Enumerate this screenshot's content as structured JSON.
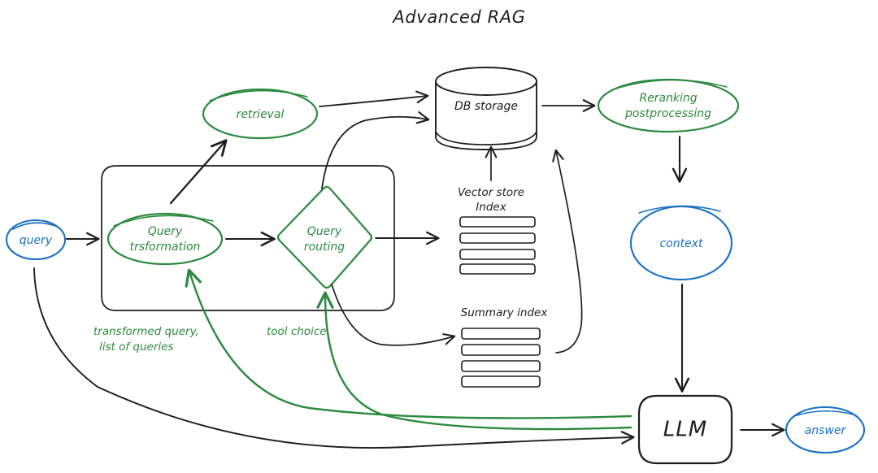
{
  "diagram": {
    "title": "Advanced RAG",
    "accent_colors": {
      "green": "#2b8a3e",
      "blue": "#1971c2",
      "black": "#1e1e1e",
      "background": "#ffffff"
    },
    "nodes": {
      "query": {
        "label": "query",
        "shape": "ellipse",
        "color": "#1971c2"
      },
      "retrieval": {
        "label": "retrieval",
        "shape": "ellipse",
        "color": "#2b8a3e"
      },
      "query_transformation": {
        "label_line1": "Query",
        "label_line2": "trsformation",
        "shape": "ellipse",
        "color": "#2b8a3e"
      },
      "query_routing": {
        "label_line1": "Query",
        "label_line2": "routing",
        "shape": "diamond",
        "color": "#2b8a3e"
      },
      "db_storage": {
        "label": "DB storage",
        "shape": "cylinder",
        "color": "#1e1e1e"
      },
      "vector_store_index": {
        "label_line1": "Vector store",
        "label_line2": "Index",
        "shape": "bars",
        "bar_count": 4,
        "color": "#1e1e1e"
      },
      "summary_index": {
        "label": "Summary index",
        "shape": "bars",
        "bar_count": 4,
        "color": "#1e1e1e"
      },
      "reranking": {
        "label_line1": "Reranking",
        "label_line2": "postprocessing",
        "shape": "ellipse",
        "color": "#2b8a3e"
      },
      "context": {
        "label": "context",
        "shape": "ellipse",
        "color": "#1971c2"
      },
      "llm": {
        "label": "LLM",
        "shape": "rounded-rect",
        "color": "#1e1e1e"
      },
      "answer": {
        "label": "answer",
        "shape": "ellipse",
        "color": "#1971c2"
      }
    },
    "edge_labels": {
      "transformed_query": "transformed query,",
      "list_of_queries": "list of queries",
      "tool_choice": "tool choice"
    },
    "group_box": {
      "label": "",
      "shape": "rounded-rect",
      "color": "#1e1e1e"
    }
  }
}
